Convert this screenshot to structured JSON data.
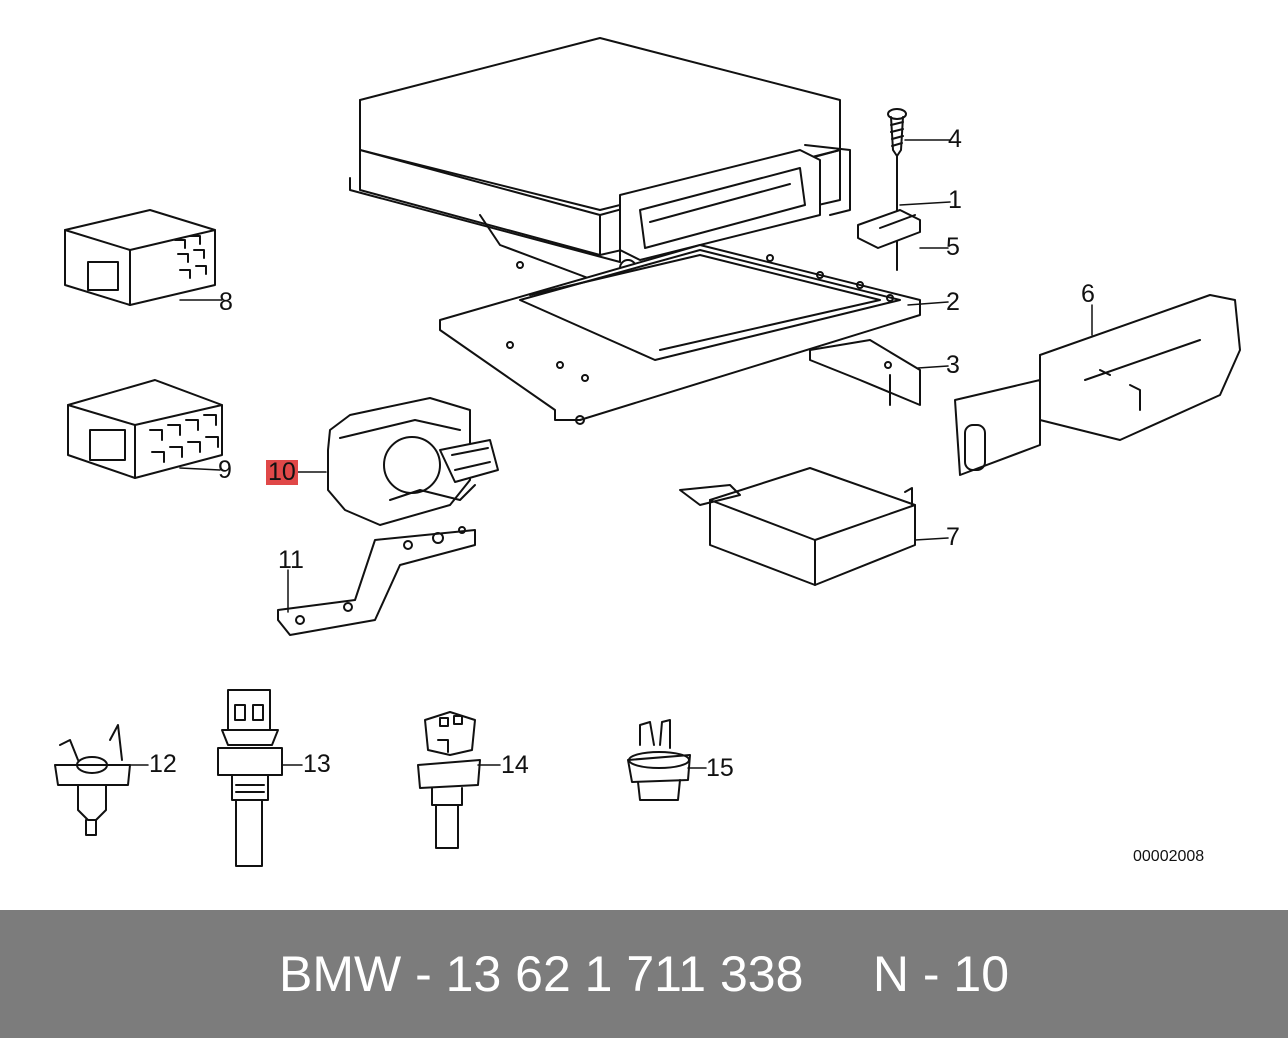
{
  "diagram": {
    "callouts": [
      {
        "id": "1",
        "label": "1"
      },
      {
        "id": "2",
        "label": "2"
      },
      {
        "id": "3",
        "label": "3"
      },
      {
        "id": "4",
        "label": "4"
      },
      {
        "id": "5",
        "label": "5"
      },
      {
        "id": "6",
        "label": "6"
      },
      {
        "id": "7",
        "label": "7"
      },
      {
        "id": "8",
        "label": "8"
      },
      {
        "id": "9",
        "label": "9"
      },
      {
        "id": "10",
        "label": "10",
        "highlighted": true
      },
      {
        "id": "11",
        "label": "11"
      },
      {
        "id": "12",
        "label": "12"
      },
      {
        "id": "13",
        "label": "13"
      },
      {
        "id": "14",
        "label": "14"
      },
      {
        "id": "15",
        "label": "15"
      }
    ],
    "document_number": "00002008",
    "highlight_color": "#e04848",
    "line_color": "#111111"
  },
  "footer": {
    "brand": "BMW",
    "separator": "-",
    "part_number": "13 62 1 711 338",
    "position_label": "N - 10",
    "background": "#7c7c7c",
    "text_color": "#ffffff"
  }
}
